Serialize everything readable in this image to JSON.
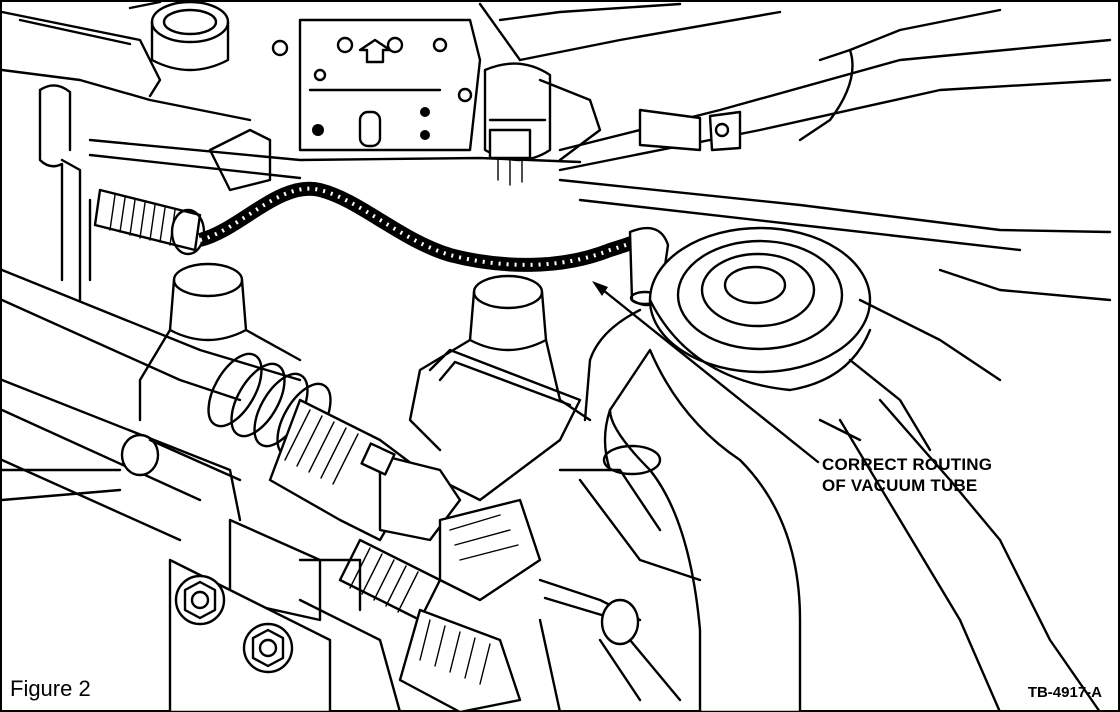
{
  "diagram": {
    "callout_text": [
      "CORRECT ROUTING",
      "OF VACUUM TUBE"
    ],
    "figure_label": "Figure 2",
    "reference_code": "TB-4917-A"
  }
}
